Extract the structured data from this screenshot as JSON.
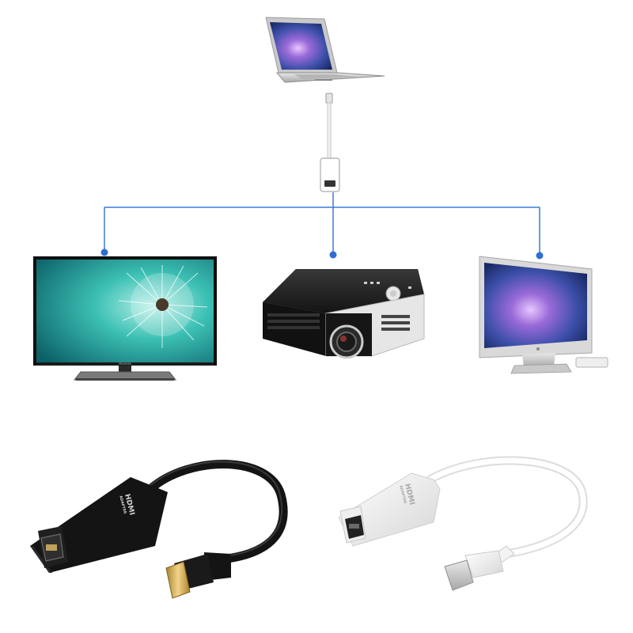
{
  "diagram": {
    "source": {
      "icon": "laptop-icon"
    },
    "adapter": {
      "icon": "mini-displayport-to-hdmi-adapter-icon"
    },
    "connector_color": "#3a7bd5",
    "targets": [
      {
        "icon": "tv-icon"
      },
      {
        "icon": "projector-icon"
      },
      {
        "icon": "monitor-icon"
      }
    ]
  },
  "tv": {
    "brand_label": "Hisense"
  },
  "product_photos": {
    "black_adapter": {
      "label": "HDMI",
      "sublabel": "ADAPTER",
      "color": "#141414"
    },
    "white_adapter": {
      "label": "HDMI",
      "sublabel": "ADAPTER",
      "color": "#f4f4f4"
    }
  }
}
